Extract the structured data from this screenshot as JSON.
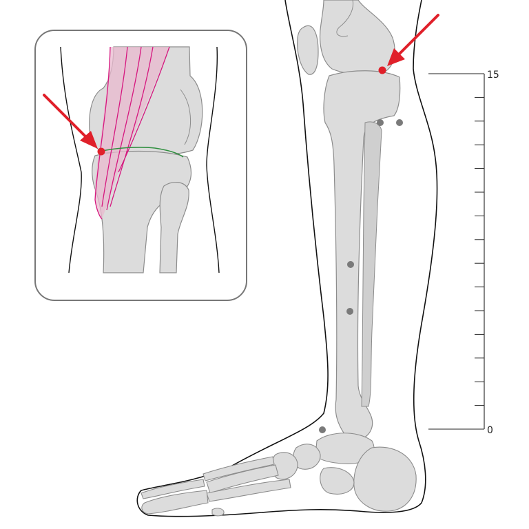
{
  "scale": {
    "top_label": "15",
    "bottom_label": "0",
    "max": 15,
    "min": 0,
    "minor_divisions": 15
  },
  "colors": {
    "outline": "#111111",
    "bone_fill": "#dcdcdc",
    "bone_stroke": "#8c8c8c",
    "acupoint_red": "#e0202a",
    "arrow_red": "#e0202a",
    "reference_point": "#7a7a7a",
    "muscle_magenta": "#d6177f",
    "muscle_fill": "#e9b9cf",
    "joint_line_green": "#2f8f3f",
    "inset_border": "#777777"
  },
  "icons": {
    "main_arrow": "red-arrow-icon",
    "inset_arrow": "red-arrow-icon"
  }
}
